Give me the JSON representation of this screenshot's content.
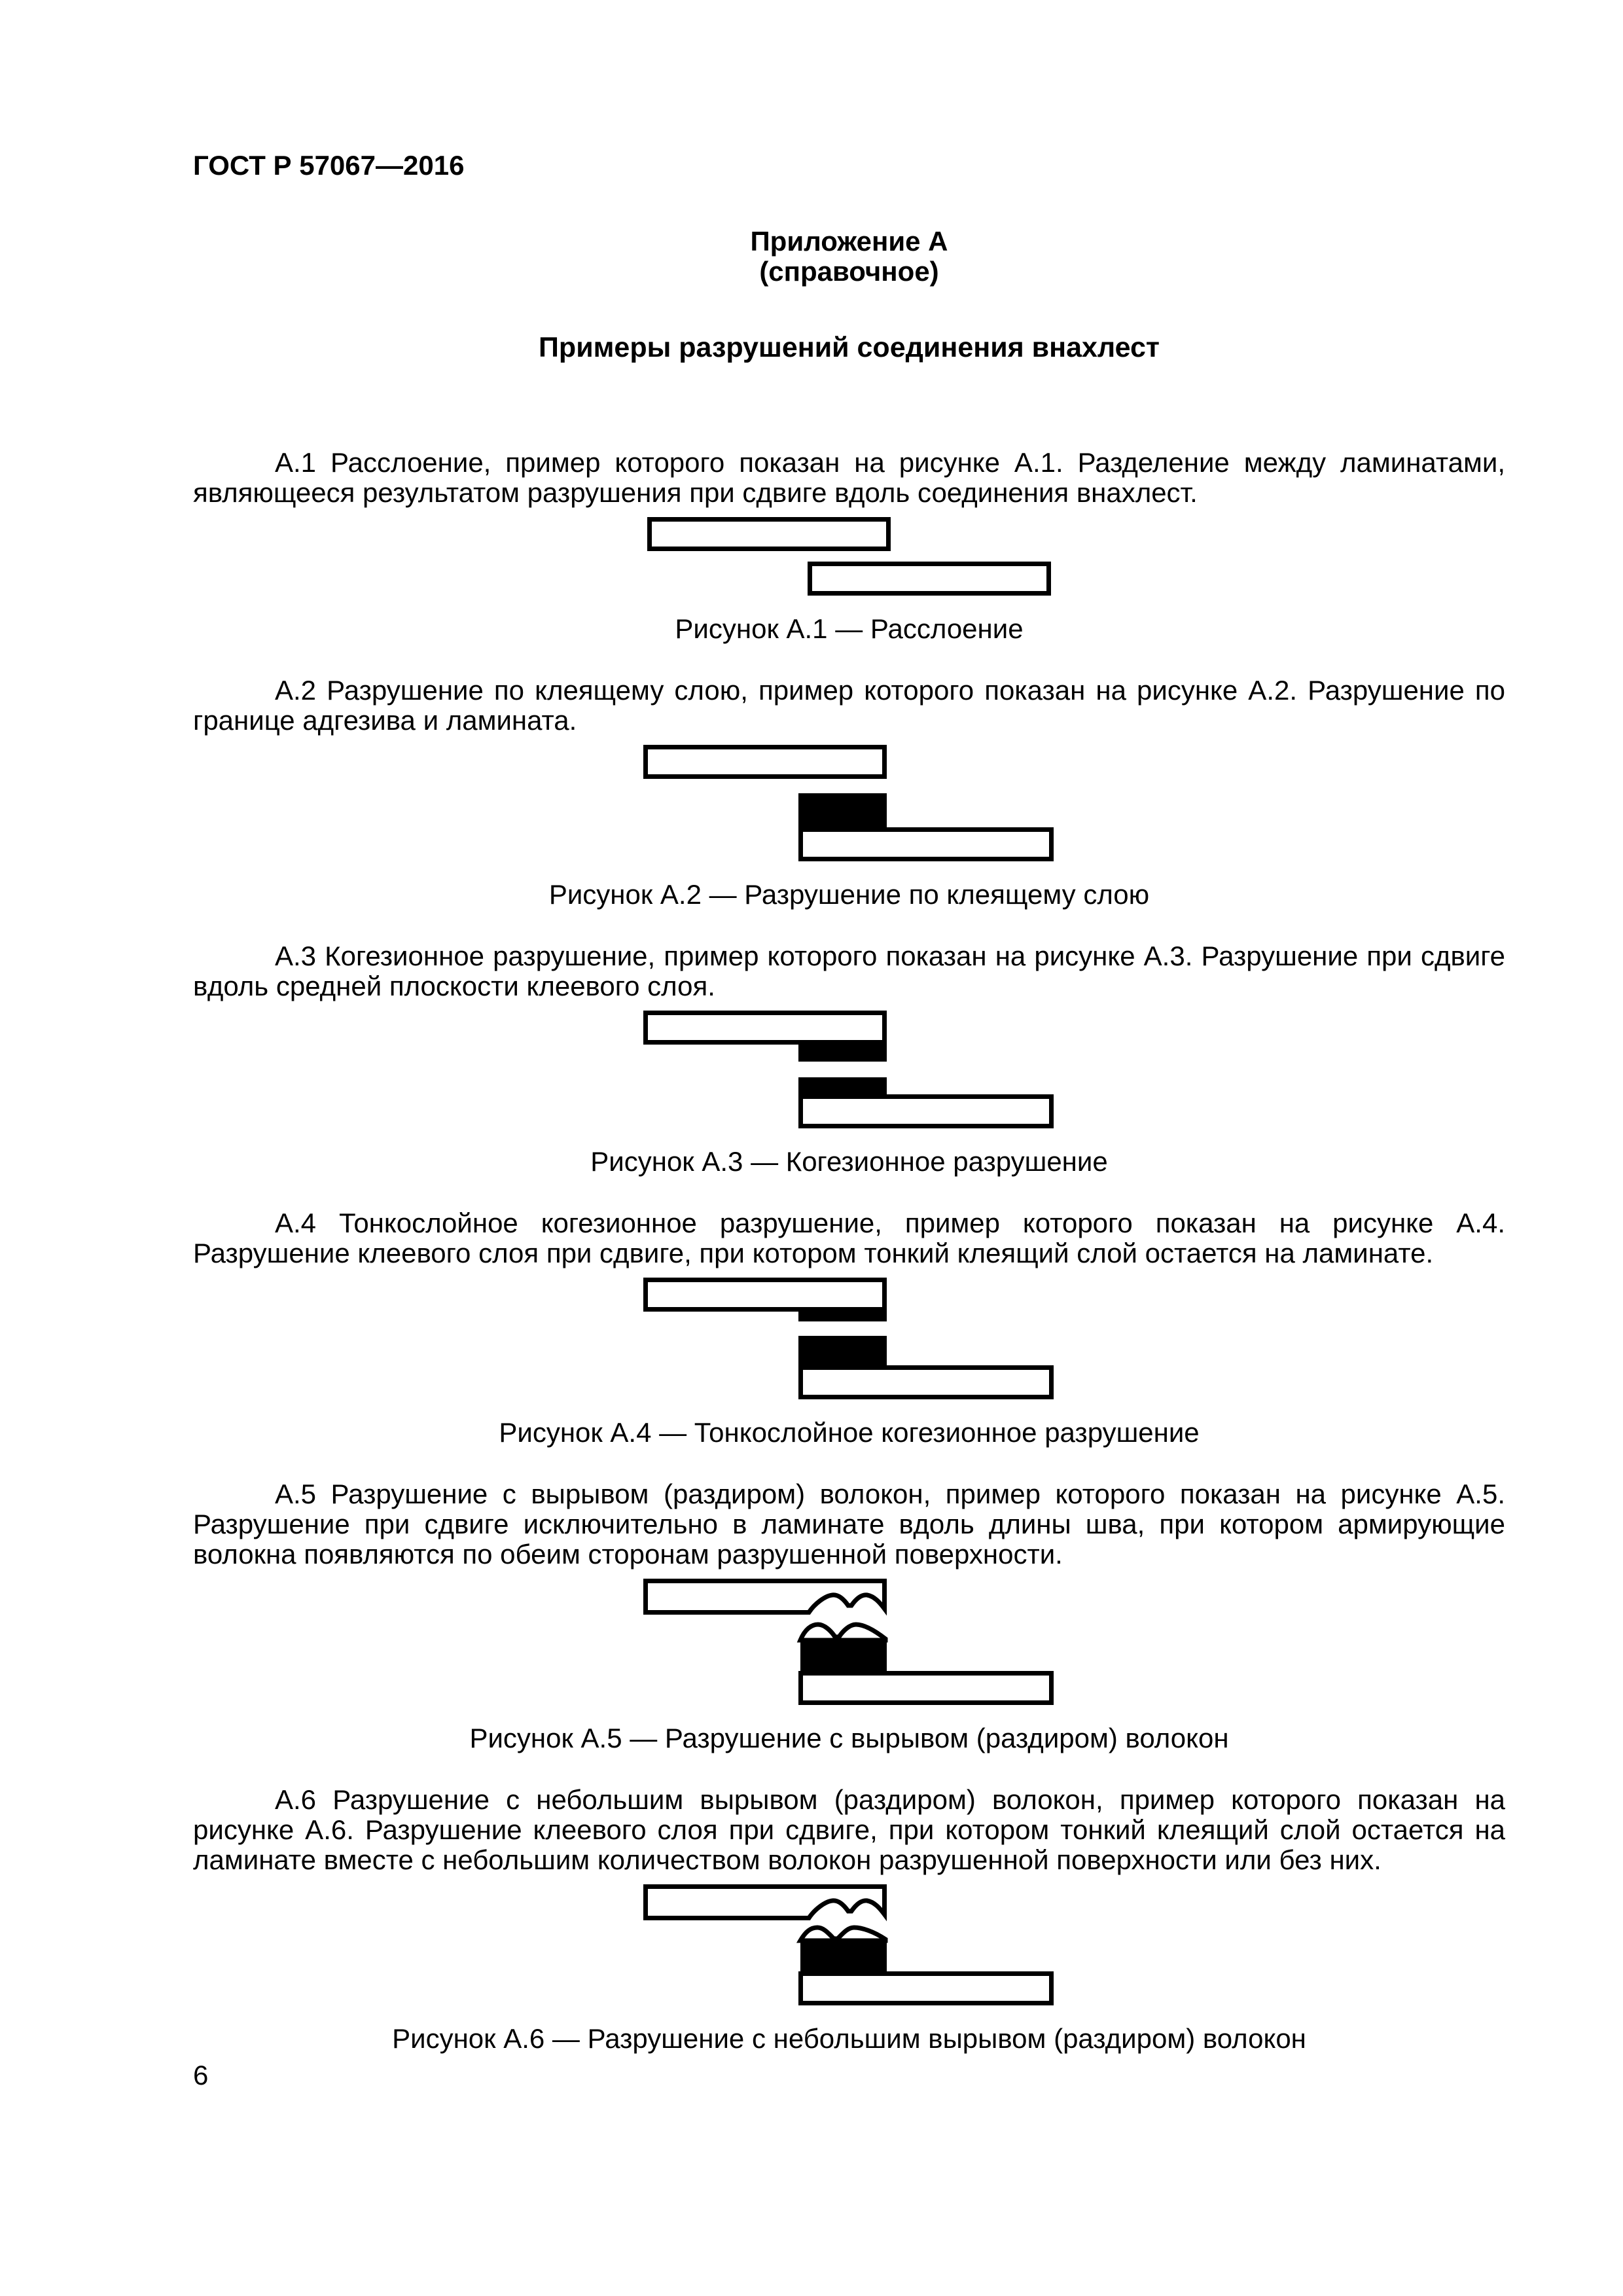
{
  "page": {
    "doc_code": "ГОСТ Р 57067—2016",
    "appendix_title": "Приложение А",
    "appendix_subtitle": "(справочное)",
    "section_title": "Примеры разрушений соединения внахлест",
    "page_number": "6"
  },
  "colors": {
    "ink": "#000000",
    "paper": "#ffffff"
  },
  "sections": [
    {
      "id": "А.1",
      "paragraph": "А.1 Расслоение, пример которого показан на рисунке А.1. Разделение между ламинатами, являющееся результатом разрушения при сдвиге вдоль соединения внахлест.",
      "caption": "Рисунок А.1 — Расслоение"
    },
    {
      "id": "А.2",
      "paragraph": "А.2 Разрушение по клеящему слою, пример которого показан на рисунке А.2. Разрушение по границе адгезива и ламината.",
      "caption": "Рисунок А.2 — Разрушение по клеящему слою"
    },
    {
      "id": "А.3",
      "paragraph": "А.3 Когезионное разрушение, пример которого показан на рисунке А.3. Разрушение при сдвиге вдоль средней плоскости клеевого слоя.",
      "caption": "Рисунок А.3 — Когезионное разрушение"
    },
    {
      "id": "А.4",
      "paragraph": "А.4 Тонкослойное когезионное разрушение, пример которого показан на рисунке А.4. Разрушение клеевого слоя при сдвиге, при котором тонкий клеящий слой остается на ламинате.",
      "caption": "Рисунок А.4 — Тонкослойное когезионное разрушение"
    },
    {
      "id": "А.5",
      "paragraph": "А.5 Разрушение с вырывом (раздиром) волокон, пример которого показан на рисунке А.5. Разрушение при сдвиге исключительно в ламинате вдоль длины шва, при котором армирующие волокна появляются по обеим сторонам разрушенной поверхности.",
      "caption": "Рисунок А.5 — Разрушение с вырывом (раздиром) волокон"
    },
    {
      "id": "А.6",
      "paragraph": "А.6 Разрушение с небольшим вырывом (раздиром) волокон, пример которого показан на рисунке А.6. Разрушение клеевого слоя при сдвиге, при котором тонкий клеящий слой остается на ламинате вместе с небольшим количеством волокон разрушенной поверхности или без них.",
      "caption": "Рисунок А.6 — Разрушение с небольшим вырывом (раздиром) волокон"
    }
  ]
}
